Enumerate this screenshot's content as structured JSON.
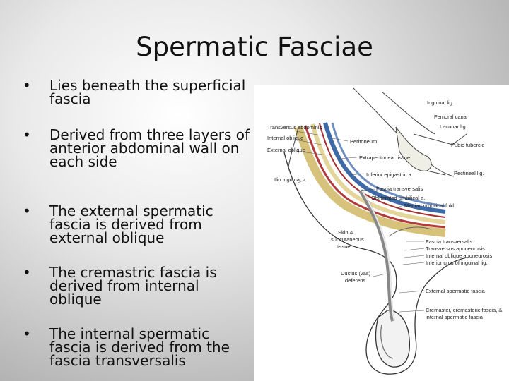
{
  "title": "Spermatic Fasciae",
  "bullets": [
    "Lies beneath the superficial fascia",
    "Derived from three layers of anterior abdominal wall on each side",
    "The external spermatic fascia is derived from external oblique",
    "The cremastric fascia is derived from internal oblique",
    "The internal spermatic fascia is derived from the fascia transversalis"
  ],
  "figure_labels": {
    "inguinal_lig": "Inguinal lig.",
    "femoral_canal": "Femoral canal",
    "lacunar_lig": "Lacunar lig.",
    "pubic_tubercle": "Pubic tubercle",
    "pectineal_lig": "Pectineal lig.",
    "transversus_abdominis": "Transversus abdominis",
    "internal_oblique": "Internal oblique",
    "external_oblique": "External oblique",
    "peritoneum": "Peritoneum",
    "extraperitoneal_tissue": "Extraperitoneal tissue",
    "inferior_epigastric": "Inferior epigastric a.",
    "ilio_inguinal": "Ilio inguinal n.",
    "fascia_transversalis": "Fascia transversalis",
    "obliterated_umbilical": "Obliterated umbilical a.",
    "median_umbilical_fold": "Median umbilical fold",
    "skin_1": "Skin &",
    "skin_2": "subcutaneous",
    "skin_3": "tissue",
    "fascia_transversalis_2": "Fascia transversalis",
    "transversus_aponeurosis": "Transversus aponeurosis",
    "internal_oblique_aponeurosis": "Internal oblique aponeurosis",
    "inferior_crus": "Inferior crus of inguinal lig.",
    "ductus_1": "Ductus (vas)",
    "ductus_2": "deferens",
    "external_spermatic_fascia": "External spermatic fascia",
    "cremaster_1": "Cremaster, cremasteric fascia, &",
    "cremaster_2": "internal spermatic fascia"
  }
}
